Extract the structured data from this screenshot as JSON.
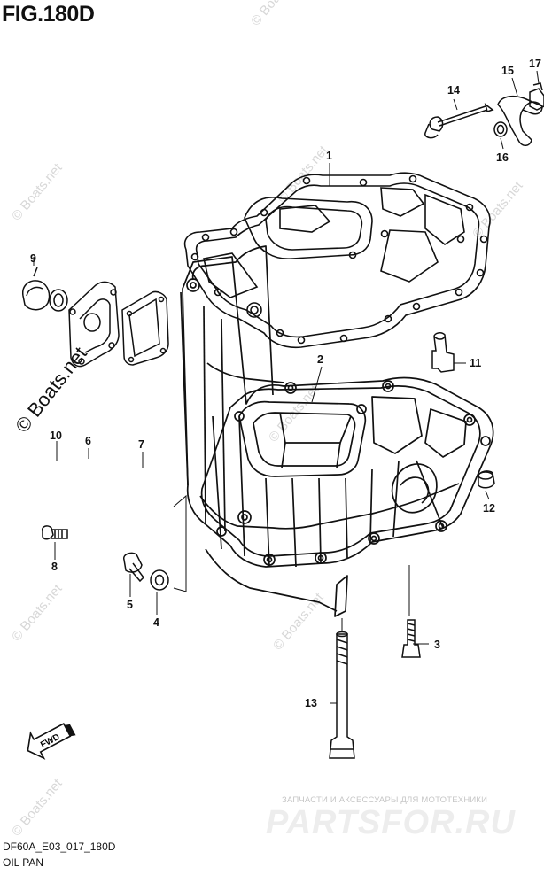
{
  "diagram": {
    "title": "FIG.180D",
    "code": "DF60A_E03_017_180D",
    "caption": "OIL PAN",
    "fwd_label": "FWD",
    "watermark": "© Boats.net",
    "ad_line": "ЗАПЧАСТИ И АКСЕССУАРЫ ДЛЯ МОТОТЕХНИКИ",
    "ad_brand": "PARTSFOR.RU",
    "callouts": [
      {
        "n": "1"
      },
      {
        "n": "2"
      },
      {
        "n": "3"
      },
      {
        "n": "4"
      },
      {
        "n": "5"
      },
      {
        "n": "6"
      },
      {
        "n": "7"
      },
      {
        "n": "8"
      },
      {
        "n": "9"
      },
      {
        "n": "10"
      },
      {
        "n": "11"
      },
      {
        "n": "12"
      },
      {
        "n": "13"
      },
      {
        "n": "14"
      },
      {
        "n": "15"
      },
      {
        "n": "16"
      },
      {
        "n": "17"
      }
    ]
  }
}
